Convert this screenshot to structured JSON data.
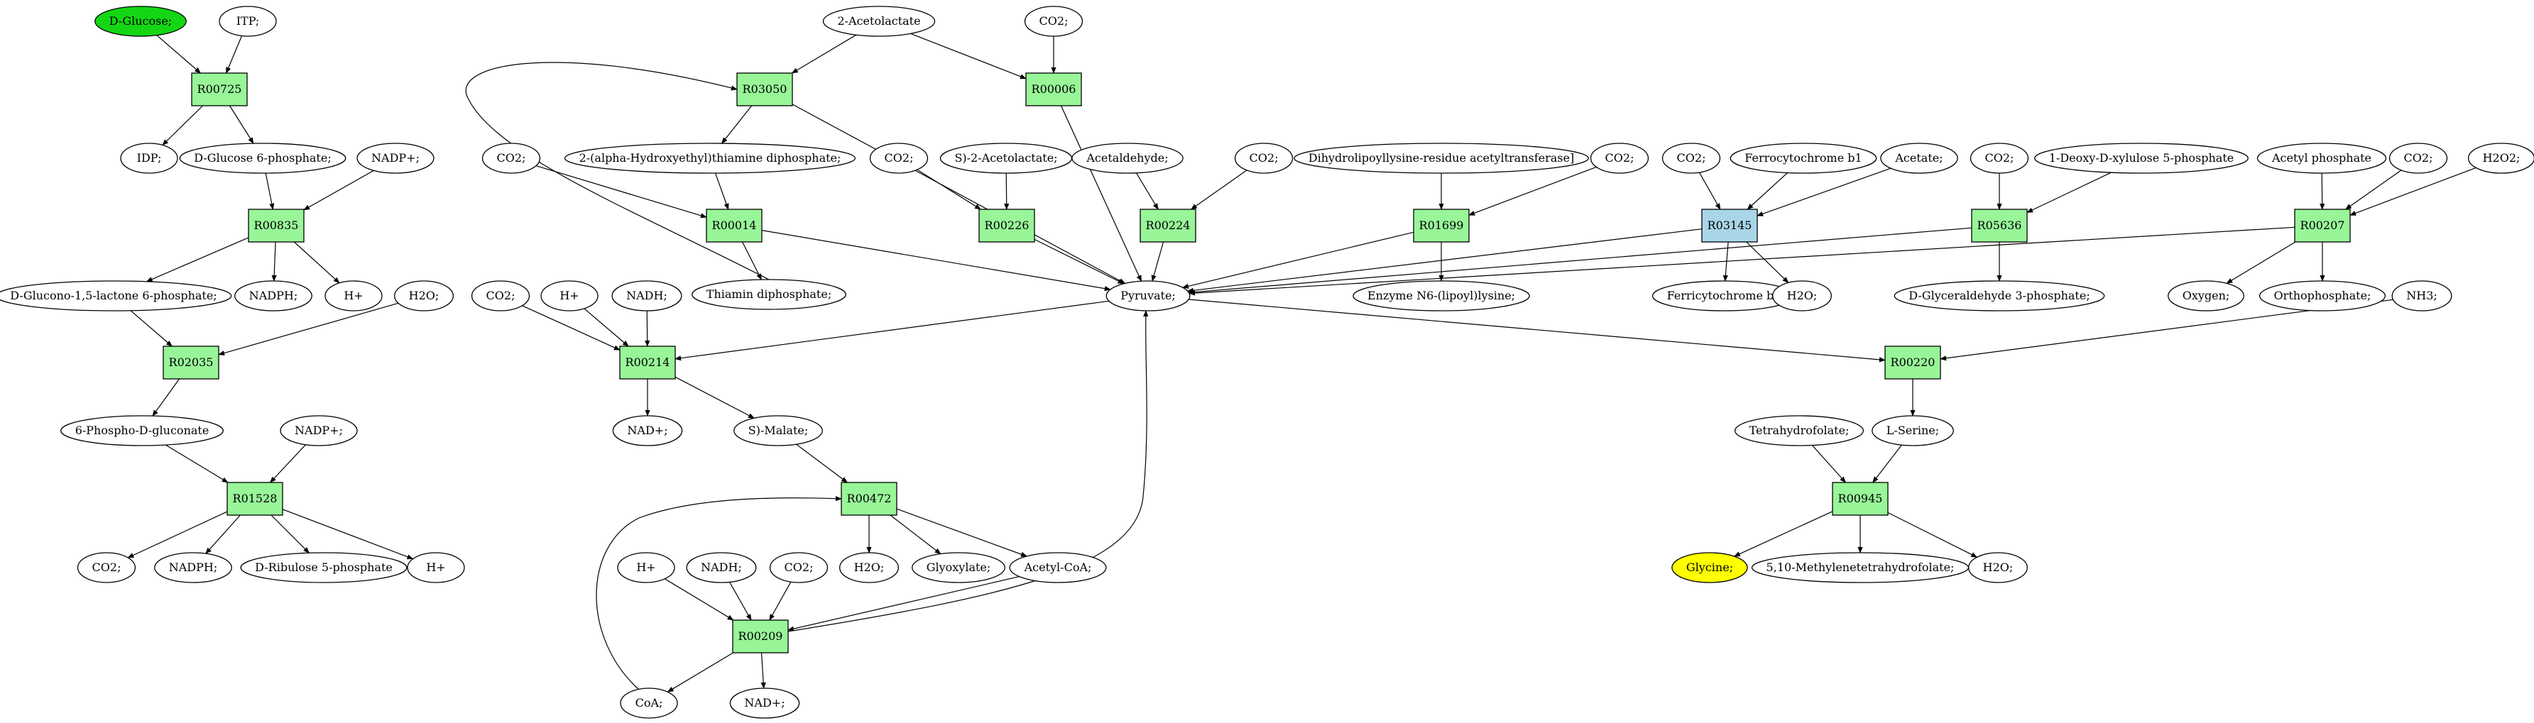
{
  "colors": {
    "reaction_fill": "#98f598",
    "reaction_highlight_fill": "#a8d6e8",
    "start_fill": "#14d614",
    "end_fill": "#ffff00",
    "stroke": "#000000",
    "background": "#ffffff"
  },
  "compounds": [
    {
      "id": "c_glucose",
      "label": "D-Glucose;",
      "role": "start"
    },
    {
      "id": "c_itp",
      "label": "ITP;"
    },
    {
      "id": "c_idp",
      "label": "IDP;"
    },
    {
      "id": "c_g6p",
      "label": "D-Glucose 6-phosphate;"
    },
    {
      "id": "c_nadp1",
      "label": "NADP+;"
    },
    {
      "id": "c_glucono",
      "label": "D-Glucono-1,5-lactone 6-phosphate;"
    },
    {
      "id": "c_nadph1",
      "label": "NADPH;"
    },
    {
      "id": "c_h1",
      "label": "H+"
    },
    {
      "id": "c_h2o1",
      "label": "H2O;"
    },
    {
      "id": "c_6pg",
      "label": "6-Phospho-D-gluconate"
    },
    {
      "id": "c_nadp2",
      "label": "NADP+;"
    },
    {
      "id": "c_co2a",
      "label": "CO2;"
    },
    {
      "id": "c_nadph2",
      "label": "NADPH;"
    },
    {
      "id": "c_ribulose",
      "label": "D-Ribulose 5-phosphate"
    },
    {
      "id": "c_h2",
      "label": "H+"
    },
    {
      "id": "c_acetolactate",
      "label": "2-Acetolactate"
    },
    {
      "id": "c_co2b",
      "label": "CO2;"
    },
    {
      "id": "c_co2c",
      "label": "CO2;"
    },
    {
      "id": "c_hethdp",
      "label": "2-(alpha-Hydroxyethyl)thiamine diphosphate;"
    },
    {
      "id": "c_thiamin",
      "label": "Thiamin diphosphate;"
    },
    {
      "id": "c_co2d",
      "label": "CO2;"
    },
    {
      "id": "c_s_acetolactate",
      "label": "S)-2-Acetolactate;"
    },
    {
      "id": "c_acetaldehyde",
      "label": "Acetaldehyde;"
    },
    {
      "id": "c_co2e",
      "label": "CO2;"
    },
    {
      "id": "c_dihydrolipoyl",
      "label": "Dihydrolipoyllysine-residue acetyltransferase]"
    },
    {
      "id": "c_co2f",
      "label": "CO2;"
    },
    {
      "id": "c_co2g",
      "label": "CO2;"
    },
    {
      "id": "c_ferro",
      "label": "Ferrocytochrome b1"
    },
    {
      "id": "c_acetate",
      "label": "Acetate;"
    },
    {
      "id": "c_co2h",
      "label": "CO2;"
    },
    {
      "id": "c_deoxyxylulose",
      "label": "1-Deoxy-D-xylulose 5-phosphate"
    },
    {
      "id": "c_acetylp",
      "label": "Acetyl phosphate"
    },
    {
      "id": "c_co2i",
      "label": "CO2;"
    },
    {
      "id": "c_h2o2",
      "label": "H2O2;"
    },
    {
      "id": "c_pyruvate",
      "label": "Pyruvate;"
    },
    {
      "id": "c_lipoyllysine",
      "label": "Enzyme N6-(lipoyl)lysine;"
    },
    {
      "id": "c_ferri",
      "label": "Ferricytochrome b1"
    },
    {
      "id": "c_h2o3",
      "label": "H2O;"
    },
    {
      "id": "c_glyceraldehyde",
      "label": "D-Glyceraldehyde 3-phosphate;"
    },
    {
      "id": "c_oxygen",
      "label": "Oxygen;"
    },
    {
      "id": "c_orthophosphate",
      "label": "Orthophosphate;"
    },
    {
      "id": "c_nh3",
      "label": "NH3;"
    },
    {
      "id": "c_co2j",
      "label": "CO2;"
    },
    {
      "id": "c_h3",
      "label": "H+"
    },
    {
      "id": "c_nadh1",
      "label": "NADH;"
    },
    {
      "id": "c_nad1",
      "label": "NAD+;"
    },
    {
      "id": "c_smalate",
      "label": "S)-Malate;"
    },
    {
      "id": "c_h2o4",
      "label": "H2O;"
    },
    {
      "id": "c_glyoxylate",
      "label": "Glyoxylate;"
    },
    {
      "id": "c_acetylcoa",
      "label": "Acetyl-CoA;"
    },
    {
      "id": "c_h4",
      "label": "H+"
    },
    {
      "id": "c_nadh2",
      "label": "NADH;"
    },
    {
      "id": "c_co2k",
      "label": "CO2;"
    },
    {
      "id": "c_coa",
      "label": "CoA;"
    },
    {
      "id": "c_nad2",
      "label": "NAD+;"
    },
    {
      "id": "c_thf",
      "label": "Tetrahydrofolate;"
    },
    {
      "id": "c_serine",
      "label": "L-Serine;"
    },
    {
      "id": "c_glycine",
      "label": "Glycine;",
      "role": "end"
    },
    {
      "id": "c_methylene_thf",
      "label": "5,10-Methylenetetrahydrofolate;"
    },
    {
      "id": "c_h2o5",
      "label": "H2O;"
    }
  ],
  "reactions": [
    {
      "id": "r_R00725",
      "label": "R00725"
    },
    {
      "id": "r_R00835",
      "label": "R00835"
    },
    {
      "id": "r_R02035",
      "label": "R02035"
    },
    {
      "id": "r_R01528",
      "label": "R01528"
    },
    {
      "id": "r_R03050",
      "label": "R03050"
    },
    {
      "id": "r_R00006",
      "label": "R00006"
    },
    {
      "id": "r_R00014",
      "label": "R00014"
    },
    {
      "id": "r_R00226",
      "label": "R00226"
    },
    {
      "id": "r_R00224",
      "label": "R00224"
    },
    {
      "id": "r_R01699",
      "label": "R01699"
    },
    {
      "id": "r_R03145",
      "label": "R03145",
      "role": "highlight"
    },
    {
      "id": "r_R05636",
      "label": "R05636"
    },
    {
      "id": "r_R00207",
      "label": "R00207"
    },
    {
      "id": "r_R00214",
      "label": "R00214"
    },
    {
      "id": "r_R00220",
      "label": "R00220"
    },
    {
      "id": "r_R00472",
      "label": "R00472"
    },
    {
      "id": "r_R00209",
      "label": "R00209"
    },
    {
      "id": "r_R00945",
      "label": "R00945"
    }
  ],
  "edges": [
    [
      "c_glucose",
      "r_R00725"
    ],
    [
      "c_itp",
      "r_R00725"
    ],
    [
      "r_R00725",
      "c_idp"
    ],
    [
      "r_R00725",
      "c_g6p"
    ],
    [
      "c_g6p",
      "r_R00835"
    ],
    [
      "c_nadp1",
      "r_R00835"
    ],
    [
      "r_R00835",
      "c_glucono"
    ],
    [
      "r_R00835",
      "c_nadph1"
    ],
    [
      "r_R00835",
      "c_h1"
    ],
    [
      "c_glucono",
      "r_R02035"
    ],
    [
      "c_h2o1",
      "r_R02035"
    ],
    [
      "r_R02035",
      "c_6pg"
    ],
    [
      "c_6pg",
      "r_R01528"
    ],
    [
      "c_nadp2",
      "r_R01528"
    ],
    [
      "r_R01528",
      "c_co2a"
    ],
    [
      "r_R01528",
      "c_nadph2"
    ],
    [
      "r_R01528",
      "c_ribulose"
    ],
    [
      "r_R01528",
      "c_h2"
    ],
    [
      "c_acetolactate",
      "r_R03050"
    ],
    [
      "c_acetolactate",
      "r_R00006"
    ],
    [
      "c_co2b",
      "r_R00006"
    ],
    [
      "r_R00006",
      "c_pyruvate"
    ],
    [
      "c_thiamin",
      "r_R03050"
    ],
    [
      "r_R03050",
      "c_hethdp"
    ],
    [
      "r_R03050",
      "c_pyruvate"
    ],
    [
      "c_co2c",
      "r_R00014"
    ],
    [
      "c_hethdp",
      "r_R00014"
    ],
    [
      "r_R00014",
      "c_thiamin"
    ],
    [
      "r_R00014",
      "c_pyruvate"
    ],
    [
      "c_co2d",
      "r_R00226"
    ],
    [
      "c_s_acetolactate",
      "r_R00226"
    ],
    [
      "r_R00226",
      "c_pyruvate"
    ],
    [
      "c_acetaldehyde",
      "r_R00224"
    ],
    [
      "c_co2e",
      "r_R00224"
    ],
    [
      "r_R00224",
      "c_pyruvate"
    ],
    [
      "c_dihydrolipoyl",
      "r_R01699"
    ],
    [
      "c_co2f",
      "r_R01699"
    ],
    [
      "r_R01699",
      "c_pyruvate"
    ],
    [
      "r_R01699",
      "c_lipoyllysine"
    ],
    [
      "c_co2g",
      "r_R03145"
    ],
    [
      "c_ferro",
      "r_R03145"
    ],
    [
      "c_acetate",
      "r_R03145"
    ],
    [
      "r_R03145",
      "c_pyruvate"
    ],
    [
      "r_R03145",
      "c_ferri"
    ],
    [
      "r_R03145",
      "c_h2o3"
    ],
    [
      "c_co2h",
      "r_R05636"
    ],
    [
      "c_deoxyxylulose",
      "r_R05636"
    ],
    [
      "r_R05636",
      "c_pyruvate"
    ],
    [
      "r_R05636",
      "c_glyceraldehyde"
    ],
    [
      "c_acetylp",
      "r_R00207"
    ],
    [
      "c_co2i",
      "r_R00207"
    ],
    [
      "c_h2o2",
      "r_R00207"
    ],
    [
      "r_R00207",
      "c_pyruvate"
    ],
    [
      "r_R00207",
      "c_oxygen"
    ],
    [
      "r_R00207",
      "c_orthophosphate"
    ],
    [
      "c_pyruvate",
      "r_R00214"
    ],
    [
      "c_co2j",
      "r_R00214"
    ],
    [
      "c_h3",
      "r_R00214"
    ],
    [
      "c_nadh1",
      "r_R00214"
    ],
    [
      "r_R00214",
      "c_nad1"
    ],
    [
      "r_R00214",
      "c_smalate"
    ],
    [
      "c_smalate",
      "r_R00472"
    ],
    [
      "c_coa",
      "r_R00472"
    ],
    [
      "r_R00472",
      "c_h2o4"
    ],
    [
      "r_R00472",
      "c_glyoxylate"
    ],
    [
      "r_R00472",
      "c_acetylcoa"
    ],
    [
      "c_acetylcoa",
      "r_R00209"
    ],
    [
      "c_h4",
      "r_R00209"
    ],
    [
      "c_nadh2",
      "r_R00209"
    ],
    [
      "c_co2k",
      "r_R00209"
    ],
    [
      "r_R00209",
      "c_coa"
    ],
    [
      "r_R00209",
      "c_nad2"
    ],
    [
      "r_R00209",
      "c_pyruvate"
    ],
    [
      "c_pyruvate",
      "r_R00220"
    ],
    [
      "c_nh3",
      "r_R00220"
    ],
    [
      "r_R00220",
      "c_serine"
    ],
    [
      "c_serine",
      "r_R00945"
    ],
    [
      "c_thf",
      "r_R00945"
    ],
    [
      "r_R00945",
      "c_glycine"
    ],
    [
      "r_R00945",
      "c_methylene_thf"
    ],
    [
      "r_R00945",
      "c_h2o5"
    ]
  ]
}
